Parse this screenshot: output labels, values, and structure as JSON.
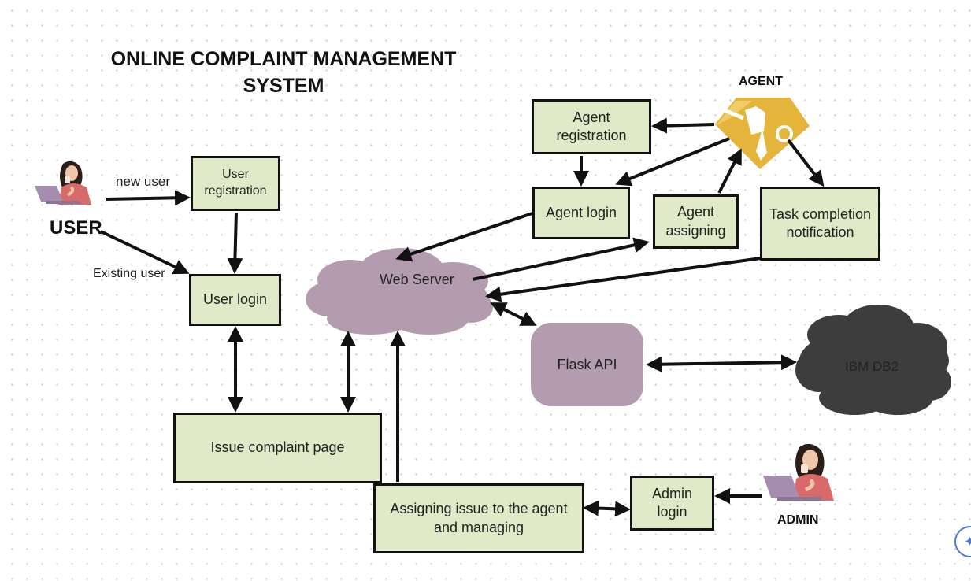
{
  "diagram": {
    "title": "ONLINE COMPLAINT MANAGEMENT SYSTEM",
    "actors": {
      "user": "USER",
      "agent": "AGENT",
      "admin": "ADMIN"
    },
    "edge_labels": {
      "new_user": "new user",
      "existing_user": "Existing user"
    },
    "nodes": {
      "user_registration": "User registration",
      "user_login": "User login",
      "web_server": "Web Server",
      "issue_complaint_page": "Issue complaint page",
      "flask_api": "Flask API",
      "ibm_db2": "IBM DB2",
      "agent_registration": "Agent registration",
      "agent_login": "Agent login",
      "agent_assigning": "Agent assigning",
      "task_completion_notification": "Task completion notification",
      "assigning_issue": "Assigning issue to the agent and managing",
      "admin_login": "Admin login"
    },
    "icons": {
      "user": "person-with-laptop-icon",
      "admin": "person-with-laptop-icon",
      "agent": "fist-wrench-badge-icon"
    },
    "colors": {
      "box_fill": "#e1eac8",
      "cloud_fill": "#b39cb0",
      "db_fill": "#3d3d3d",
      "agent_badge": "#e4b53a"
    }
  }
}
